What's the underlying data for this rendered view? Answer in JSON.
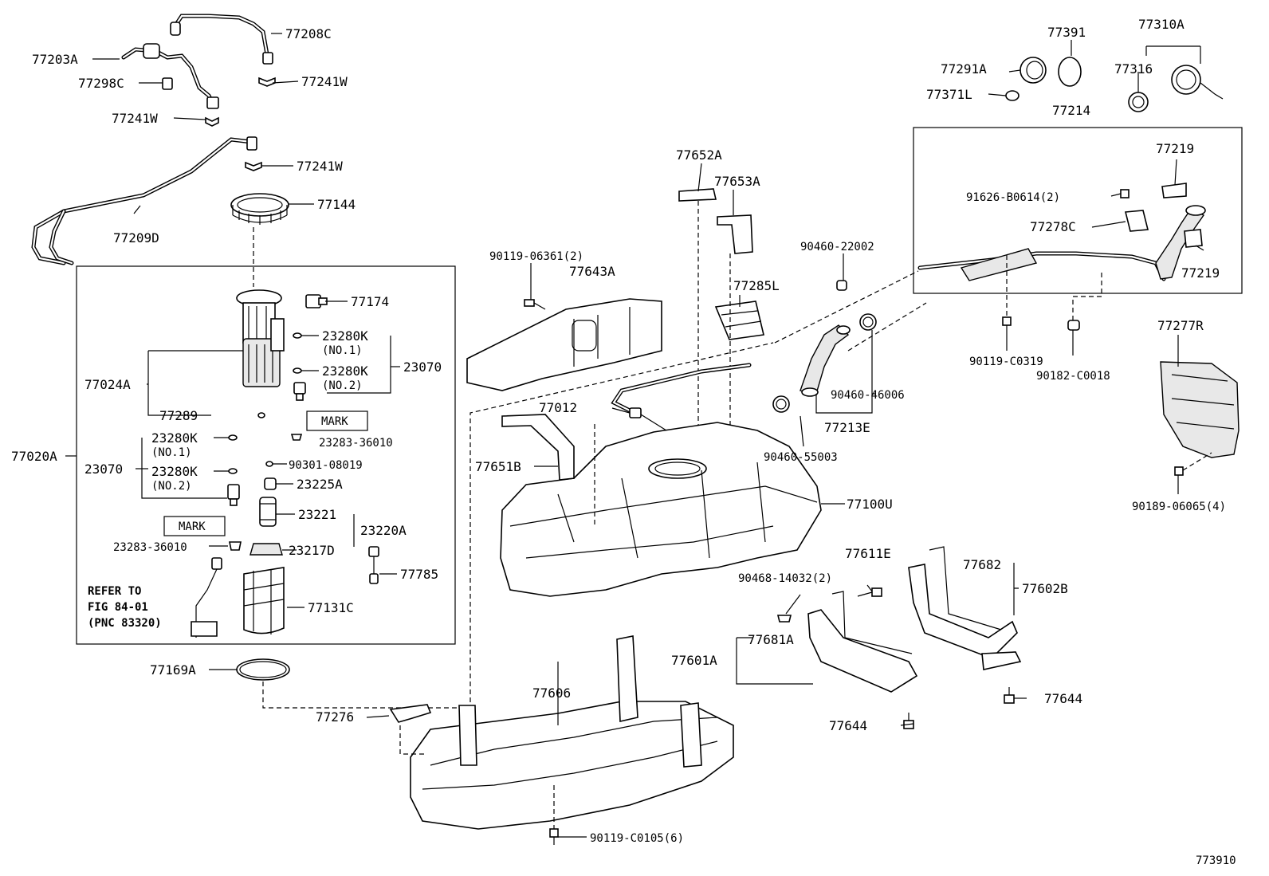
{
  "figure_id": "773910",
  "labels": {
    "p77208C": "77208C",
    "p77203A": "77203A",
    "p77298C": "77298C",
    "p77241W_1": "77241W",
    "p77241W_2": "77241W",
    "p77241W_3": "77241W",
    "p77144": "77144",
    "p77209D": "77209D",
    "p77174": "77174",
    "p23280K_1": "23280K",
    "p23280K_1_sub": "(NO.1)",
    "p23280K_2": "23280K",
    "p23280K_2_sub": "(NO.2)",
    "p23070_r": "23070",
    "p77024A": "77024A",
    "p77289": "77289",
    "mark_1": "MARK",
    "p23283_1": "23283-36010",
    "p77020A": "77020A",
    "p23070_l": "23070",
    "p23280K_3": "23280K",
    "p23280K_3_sub": "(NO.1)",
    "p23280K_4": "23280K",
    "p23280K_4_sub": "(NO.2)",
    "p90301": "90301-08019",
    "p23225A": "23225A",
    "mark_2": "MARK",
    "p23221": "23221",
    "p23220A": "23220A",
    "p23283_2": "23283-36010",
    "p23217D": "23217D",
    "p77785": "77785",
    "refer_1": "REFER TO",
    "refer_2": "FIG 84-01",
    "refer_3": "(PNC 83320)",
    "p77131C": "77131C",
    "p77169A": "77169A",
    "p77276": "77276",
    "p77606": "77606",
    "p90119_c0105": "90119-C0105(6)",
    "p90119_06361": "90119-06361(2)",
    "p77643A": "77643A",
    "p77652A": "77652A",
    "p77653A": "77653A",
    "p77285L": "77285L",
    "p77012": "77012",
    "p77651B": "77651B",
    "p77100U": "77100U",
    "p90460_22002": "90460-22002",
    "p90460_46006": "90460-46006",
    "p77213E": "77213E",
    "p90460_55003": "90460-55003",
    "p90468": "90468-14032(2)",
    "p77611E": "77611E",
    "p77681A": "77681A",
    "p77601A": "77601A",
    "p77644_1": "77644",
    "p77682": "77682",
    "p77602B": "77602B",
    "p77644_2": "77644",
    "p77391": "77391",
    "p77310A": "77310A",
    "p77291A": "77291A",
    "p77316": "77316",
    "p77371L": "77371L",
    "p77214": "77214",
    "p77219_1": "77219",
    "p91626": "91626-B0614(2)",
    "p77278C": "77278C",
    "p77219_2": "77219",
    "p90119_c0319": "90119-C0319",
    "p90182": "90182-C0018",
    "p77277R": "77277R",
    "p90189": "90189-06065(4)"
  }
}
